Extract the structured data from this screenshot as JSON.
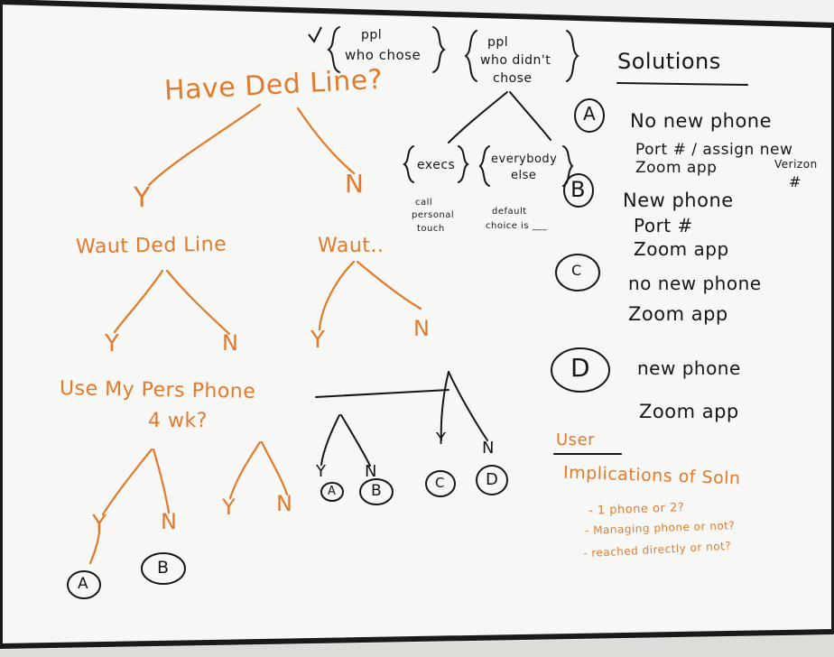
{
  "colors": {
    "board": "#f7f7f5",
    "frame": "#1a1a1a",
    "wall": "#e8e8e6",
    "orange_marker": "#e27a2c",
    "black_marker": "#161616"
  },
  "tree_left": {
    "root": "Have Ded Line?",
    "yes_1": "Y",
    "no_1": "N",
    "want_ded_line": "Waut Ded Line",
    "want_short": "Waut..",
    "yes_2a": "Y",
    "no_2a": "N",
    "yes_2b": "Y",
    "no_2b": "N",
    "use_pers_phone_1": "Use My Pers Phone",
    "use_pers_phone_2": "4 wk?",
    "yes_3a": "Y",
    "no_3a": "N",
    "yes_3b": "Y",
    "no_3b": "N",
    "yes_4": "Y",
    "no_4": "N",
    "leaf_a": "A",
    "leaf_b": "B",
    "leaf_c": "C",
    "leaf_d": "D",
    "leaf_bottom_a": "A",
    "leaf_bottom_b": "B"
  },
  "tree_top": {
    "group1_line1": "ppl",
    "group1_line2": "who chose",
    "group2_line1": "ppl",
    "group2_line2": "who didn't",
    "group2_line3": "chose",
    "execs": "execs",
    "everybody_1": "everybody",
    "everybody_2": "else",
    "call_1": "call",
    "call_2": "personal",
    "call_3": "touch",
    "default_1": "default",
    "default_2": "choice is ___"
  },
  "solutions": {
    "heading": "Solutions",
    "a_label": "A",
    "a_line1": "No new phone",
    "a_line2": "Port # / assign new",
    "a_line2b": "Verizon",
    "a_line3": "Zoom app",
    "a_line3b": "#",
    "b_label": "B",
    "b_line1": "New phone",
    "b_line2": "Port #",
    "b_line3": "Zoom app",
    "c_label": "C",
    "c_line1": "no new phone",
    "c_line2": "Zoom app",
    "d_label": "D",
    "d_line1": "new phone",
    "d_line2": "Zoom app"
  },
  "implications": {
    "user_label": "User",
    "heading": "Implications of Soln",
    "item1": "- 1 phone or 2?",
    "item2": "- Managing phone or not?",
    "item3": "- reached directly or not?"
  }
}
